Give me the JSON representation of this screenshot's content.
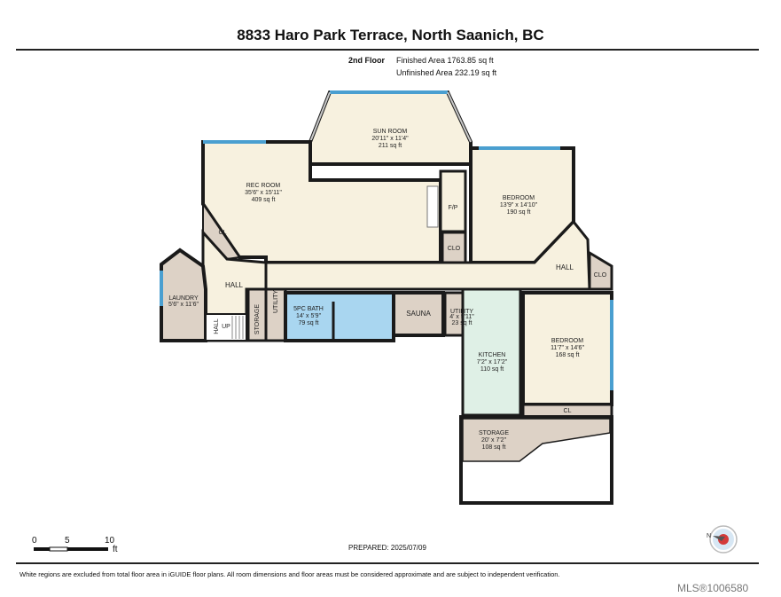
{
  "title": "8833 Haro Park Terrace, North Saanich, BC",
  "floor": {
    "label": "2nd Floor",
    "finished": "Finished Area 1763.85 sq ft",
    "unfinished": "Unfinished Area 232.19 sq ft"
  },
  "rooms": {
    "sun_room": {
      "name": "SUN ROOM",
      "dims": "20'11\" x 11'4\"",
      "area": "211 sq ft"
    },
    "rec_room": {
      "name": "REC ROOM",
      "dims": "35'6\" x 15'11\"",
      "area": "409 sq ft"
    },
    "bedroom1": {
      "name": "BEDROOM",
      "dims": "13'9\" x 14'10\"",
      "area": "190 sq ft"
    },
    "fp": "F/P",
    "clo1": "CLO",
    "clo2": "CLO",
    "cl1": "CL",
    "cl2": "CL",
    "hall1": "HALL",
    "hall2": "HALL",
    "hall3": "HALL",
    "up": "UP",
    "laundry": {
      "name": "LAUNDRY",
      "dims": "5'6\" x 11'6\""
    },
    "storage1": "STORAGE",
    "utility1": "UTILITY",
    "bath": {
      "name": "5PC BATH",
      "dims": "14' x 5'9\"",
      "area": "79 sq ft"
    },
    "sauna": "SAUNA",
    "utility2": {
      "name": "UTILITY",
      "dims": "4' x 5'11\"",
      "area": "23 sq ft"
    },
    "kitchen": {
      "name": "KITCHEN",
      "dims": "7'2\" x 17'2\"",
      "area": "110 sq ft"
    },
    "bedroom2": {
      "name": "BEDROOM",
      "dims": "11'7\" x 14'6\"",
      "area": "168 sq ft"
    },
    "storage2": {
      "name": "STORAGE",
      "dims": "20' x 7'2\"",
      "area": "108 sq ft"
    }
  },
  "scale": {
    "t0": "0",
    "t1": "5",
    "t2": "10",
    "unit": "ft"
  },
  "compass": "N",
  "prepared": "PREPARED: 2025/07/09",
  "disclaimer": "White regions are excluded from total floor area in iGUIDE floor plans. All room dimensions and floor areas must be considered approximate and are subject to independent verification.",
  "mls": "MLS®1006580",
  "colors": {
    "room_fill": "#f7f1df",
    "bath_fill": "#a9d6f0",
    "kitchen_fill": "#dff0e6",
    "utility_fill": "#ddd2c6",
    "window": "#4a9fd0",
    "wall": "#1a1a1a"
  }
}
